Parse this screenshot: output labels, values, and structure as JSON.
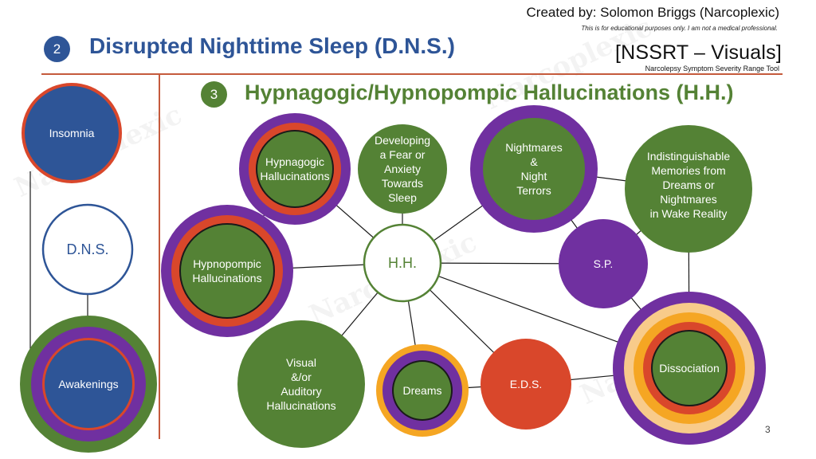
{
  "header": {
    "credit": "Created by: Solomon Briggs (Narcoplexic)",
    "disclaimer": "This is for educational purposes only.  I am not a medical professional.",
    "tool_title": "[NSSRT – Visuals]",
    "tool_subtitle": "Narcolepsy Symptom Severity Range Tool"
  },
  "sections": {
    "dns": {
      "number": "2",
      "title": "Disrupted Nighttime Sleep (D.N.S.)"
    },
    "hh": {
      "number": "3",
      "title": "Hypnagogic/Hypnopompic Hallucinations (H.H.)"
    }
  },
  "nodes": {
    "insomnia": "Insomnia",
    "dns": "D.N.S.",
    "awakenings": "Awakenings",
    "hypnagogic": "Hypnagogic\nHallucinations",
    "fear": "Developing\na Fear or\nAnxiety\nTowards\nSleep",
    "nightmares": "Nightmares\n&\nNight\nTerrors",
    "memories": "Indistinguishable\nMemories from\nDreams or\nNightmares\nin Wake Reality",
    "hypnopompic": "Hypnopompic\nHallucinations",
    "hh": "H.H.",
    "sp": "S.P.",
    "visual": "Visual\n&/or\nAuditory\nHallucinations",
    "dreams": "Dreams",
    "eds": "E.D.S.",
    "dissociation": "Dissociation"
  },
  "watermark": "Narcoplexic",
  "page_number": "3",
  "colors": {
    "blue": "#2E5597",
    "green": "#548235",
    "purple": "#7030A0",
    "red_orange": "#D9472B",
    "orange": "#F5A623",
    "peach": "#F8CB8A",
    "divider": "#C55A3C"
  }
}
